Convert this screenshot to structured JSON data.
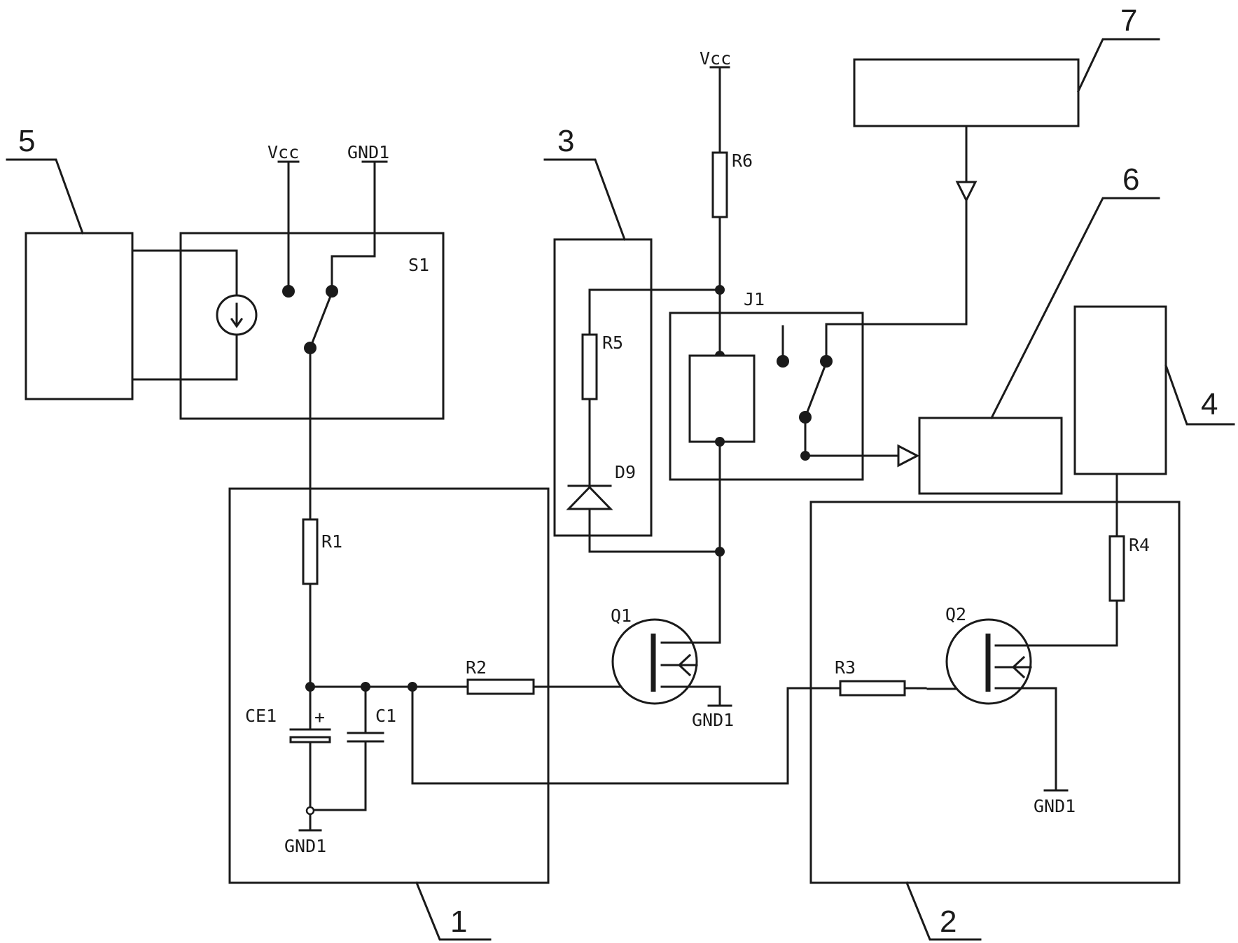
{
  "labels": {
    "vcc_top": "Vcc",
    "vcc_s1": "Vcc",
    "gnd1_s1": "GND1",
    "s1": "S1",
    "r6": "R6",
    "r5": "R5",
    "j1": "J1",
    "d9": "D9",
    "r1": "R1",
    "r2": "R2",
    "q1": "Q1",
    "gnd1_q1": "GND1",
    "ce1": "CE1",
    "ce1_plus": "+",
    "c1": "C1",
    "gnd1_c": "GND1",
    "r3": "R3",
    "q2": "Q2",
    "r4": "R4",
    "gnd1_q2": "GND1"
  },
  "callouts": {
    "n1": "1",
    "n2": "2",
    "n3": "3",
    "n4": "4",
    "n5": "5",
    "n6": "6",
    "n7": "7"
  }
}
